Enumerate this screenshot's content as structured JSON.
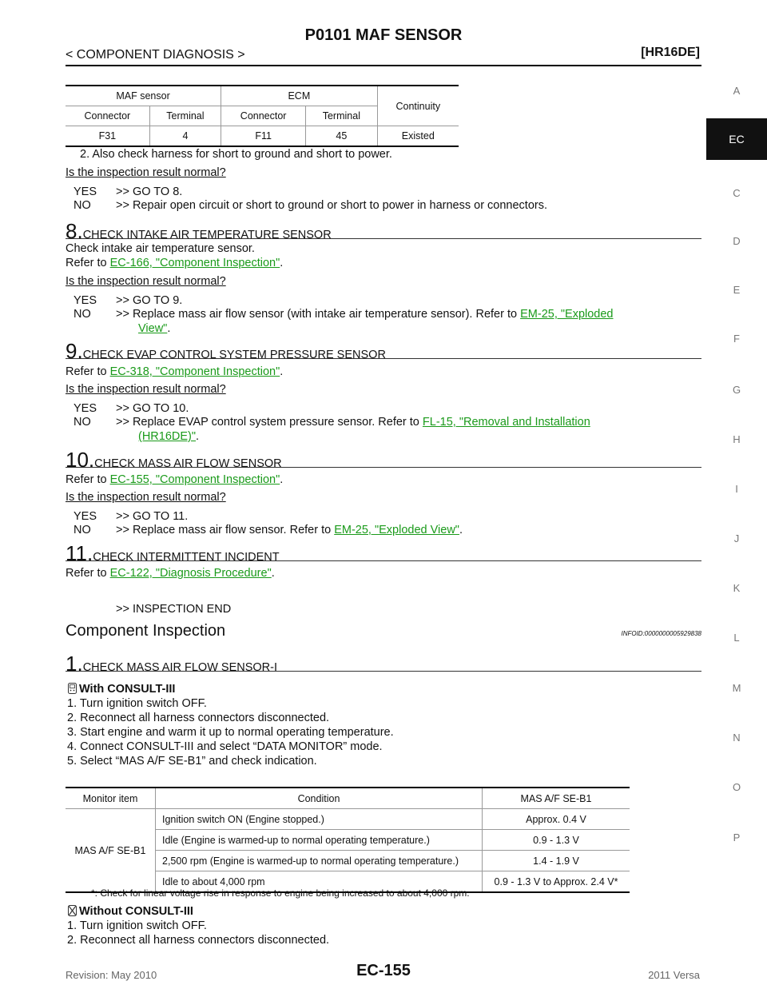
{
  "header": {
    "title": "P0101 MAF SENSOR",
    "breadcrumb": "< COMPONENT DIAGNOSIS >",
    "engine": "[HR16DE]"
  },
  "side_tabs": [
    "A",
    "EC",
    "C",
    "D",
    "E",
    "F",
    "G",
    "H",
    "I",
    "J",
    "K",
    "L",
    "M",
    "N",
    "O",
    "P"
  ],
  "continuity_table": {
    "group_headers": [
      "MAF sensor",
      "ECM",
      "Continuity"
    ],
    "sub_headers": [
      "Connector",
      "Terminal",
      "Connector",
      "Terminal"
    ],
    "row": [
      "F31",
      "4",
      "F11",
      "45",
      "Existed"
    ]
  },
  "step7_tail": {
    "item2": "2.   Also check harness for short to ground and short to power.",
    "question": "Is the inspection result normal?",
    "yes": [
      "YES",
      ">> GO TO 8."
    ],
    "no": [
      "NO",
      ">> Repair open circuit or short to ground or short to power in harness or connectors."
    ]
  },
  "step8": {
    "num": "8.",
    "label": "CHECK INTAKE AIR TEMPERATURE SENSOR",
    "line1": "Check intake air temperature sensor.",
    "refer_prefix": "Refer to ",
    "refer_link": "EC-166, \"Component Inspection\"",
    "question": "Is the inspection result normal?",
    "yes": [
      "YES",
      ">> GO TO 9."
    ],
    "no_label": "NO",
    "no_text": ">> Replace mass air flow sensor (with intake air temperature sensor). Refer to ",
    "no_link1": "EM-25, \"Exploded",
    "no_link2": "View\""
  },
  "step9": {
    "num": "9.",
    "label": "CHECK EVAP CONTROL SYSTEM PRESSURE SENSOR",
    "refer_prefix": "Refer to ",
    "refer_link": "EC-318, \"Component Inspection\"",
    "question": "Is the inspection result normal?",
    "yes": [
      "YES",
      ">> GO TO 10."
    ],
    "no_label": "NO",
    "no_text": ">> Replace EVAP control system pressure sensor. Refer to ",
    "no_link1": "FL-15, \"Removal and Installation",
    "no_link2": "(HR16DE)\""
  },
  "step10": {
    "num": "10.",
    "label": "CHECK MASS AIR FLOW SENSOR",
    "refer_prefix": "Refer to ",
    "refer_link": "EC-155, \"Component Inspection\"",
    "question": "Is the inspection result normal?",
    "yes": [
      "YES",
      ">> GO TO 11."
    ],
    "no_label": "NO",
    "no_text": ">> Replace mass air flow sensor. Refer to ",
    "no_link": "EM-25, \"Exploded View\""
  },
  "step11": {
    "num": "11.",
    "label": "CHECK INTERMITTENT INCIDENT",
    "refer_prefix": "Refer to ",
    "refer_link": "EC-122, \"Diagnosis Procedure\"",
    "end": ">> INSPECTION END"
  },
  "component_inspection": {
    "heading": "Component Inspection",
    "infoid": "INFOID:0000000005929838",
    "step1_num": "1.",
    "step1_label": "CHECK MASS AIR FLOW SENSOR-I",
    "with_consult": "With CONSULT-III",
    "with_items": [
      "1.   Turn ignition switch OFF.",
      "2.   Reconnect all harness connectors disconnected.",
      "3.   Start engine and warm it up to normal operating temperature.",
      "4.   Connect CONSULT-III and select “DATA MONITOR” mode.",
      "5.   Select “MAS A/F SE-B1” and check indication."
    ],
    "monitor_table": {
      "headers": [
        "Monitor item",
        "Condition",
        "MAS A/F SE-B1"
      ],
      "item": "MAS A/F SE-B1",
      "rows": [
        [
          "Ignition switch ON (Engine stopped.)",
          "Approx. 0.4 V"
        ],
        [
          "Idle (Engine is warmed-up to normal operating temperature.)",
          "0.9 - 1.3 V"
        ],
        [
          "2,500 rpm (Engine is warmed-up to normal operating temperature.)",
          "1.4 - 1.9 V"
        ],
        [
          "Idle to about 4,000 rpm",
          "0.9 - 1.3 V to Approx. 2.4 V*"
        ]
      ]
    },
    "footnote": "*: Check for linear voltage rise in response to engine being increased to about 4,000 rpm.",
    "without_consult": "Without CONSULT-III",
    "without_items": [
      "1.   Turn ignition switch OFF.",
      "2.   Reconnect all harness connectors disconnected."
    ]
  },
  "footer": {
    "revision": "Revision: May 2010",
    "page": "EC-155",
    "model": "2011 Versa"
  }
}
